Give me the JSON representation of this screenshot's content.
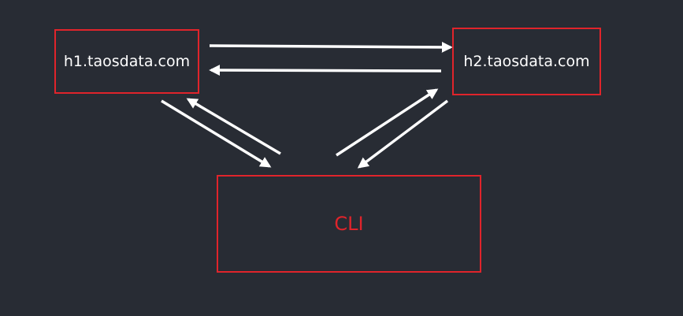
{
  "nodes": {
    "h1": {
      "label": "h1.taosdata.com"
    },
    "h2": {
      "label": "h2.taosdata.com"
    },
    "cli": {
      "label": "CLI"
    }
  },
  "colors": {
    "background": "#282c34",
    "box_border": "#e0242b",
    "node_text": "#ffffff",
    "cli_text": "#e0242b",
    "arrow": "#ffffff"
  },
  "edges": [
    {
      "from": "h1",
      "to": "h2"
    },
    {
      "from": "h2",
      "to": "h1"
    },
    {
      "from": "h1",
      "to": "cli"
    },
    {
      "from": "cli",
      "to": "h1"
    },
    {
      "from": "cli",
      "to": "h2"
    },
    {
      "from": "h2",
      "to": "cli"
    }
  ]
}
